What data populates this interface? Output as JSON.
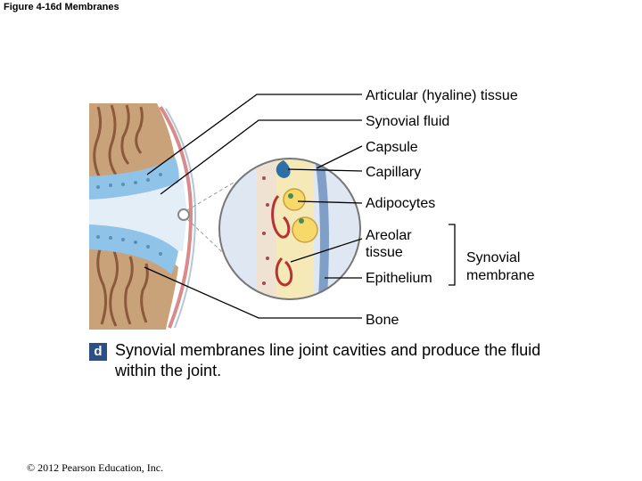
{
  "figure_title": "Figure 4-16d  Membranes",
  "labels": {
    "articular": "Articular (hyaline) tissue",
    "synovial_fluid": "Synovial fluid",
    "capsule": "Capsule",
    "capillary": "Capillary",
    "adipocytes": "Adipocytes",
    "areolar_line1": "Areolar",
    "areolar_line2": "tissue",
    "epithelium": "Epithelium",
    "synovial_membrane_line1": "Synovial",
    "synovial_membrane_line2": "membrane",
    "bone": "Bone"
  },
  "caption": {
    "badge": "d",
    "text": "Synovial membranes line joint cavities and produce the fluid within the joint."
  },
  "copyright": "© 2012 Pearson Education, Inc.",
  "colors": {
    "bone": "#c9a27a",
    "bone_dark": "#8a5a3a",
    "cartilage": "#8fc3e8",
    "fluid": "#e4eef7",
    "membrane": "#d98a8a",
    "badge": "#2b4f86"
  }
}
